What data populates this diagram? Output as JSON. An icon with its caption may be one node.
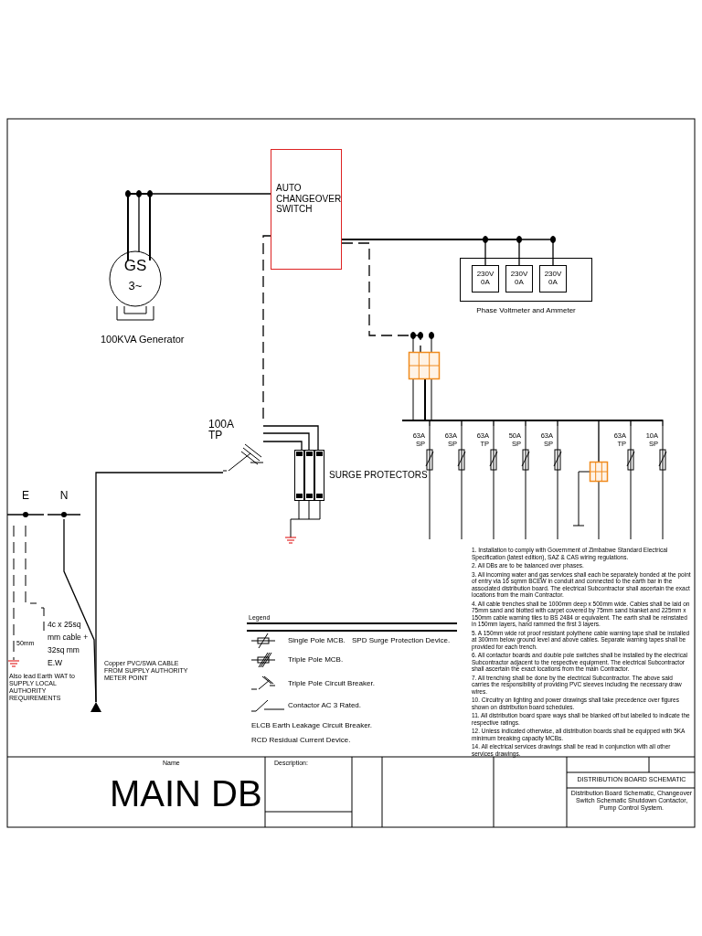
{
  "diagram": {
    "nodes": [
      {
        "text": [
          "GS",
          "3~"
        ],
        "beside": [
          "100KVA Generator"
        ]
      },
      {
        "text": [
          "AUTO CHANGEOVER SWITCH"
        ]
      },
      {
        "text": [
          "Phase Voltmeter and Ammeter"
        ]
      },
      {
        "text": [
          "230V 0A"
        ],
        "in": 2
      },
      {
        "text": [
          "230V 0A"
        ],
        "in": 2
      },
      {
        "text": [
          "230V 0A"
        ],
        "in": 2
      },
      {
        "text": [],
        "shape": "box"
      },
      {
        "text": [
          "100A TP"
        ]
      },
      {
        "text": [
          "SURGE PROTECTORS"
        ]
      },
      {
        "text": [],
        "shape": "triangle"
      },
      {
        "text": [
          "E"
        ]
      },
      {
        "text": [
          "N"
        ]
      },
      {
        "text": [
          "63A SP"
        ]
      },
      {
        "text": [
          "63A SP"
        ]
      },
      {
        "text": [
          "63A TP"
        ]
      },
      {
        "text": [
          "50A SP"
        ]
      },
      {
        "text": [
          "63A SP"
        ]
      },
      {
        "text": [],
        "shape": "box"
      },
      {
        "text": [
          "63A TP"
        ]
      },
      {
        "text": [
          "10A SP"
        ]
      }
    ],
    "edges": [
      {
        "from": 0,
        "to": 1,
        "arrow": "none"
      },
      {
        "from": 1,
        "to": 3,
        "arrow": "none"
      },
      {
        "from": 1,
        "to": 4,
        "arrow": "none"
      },
      {
        "from": 1,
        "to": 5,
        "arrow": "none"
      },
      {
        "from": 1,
        "to": 6,
        "arrow": "none",
        "style": "dashed"
      },
      {
        "from": 7,
        "to": 1,
        "arrow": "none",
        "style": "dashed"
      },
      {
        "from": 9,
        "to": 7,
        "arrow": "none"
      },
      {
        "from": 7,
        "to": 8,
        "arrow": "none"
      },
      {
        "from": 11,
        "to": 9,
        "arrow": "none"
      },
      {
        "from": 6,
        "to": 12,
        "arrow": "none"
      },
      {
        "from": 6,
        "to": 13,
        "arrow": "none"
      },
      {
        "from": 6,
        "to": 14,
        "arrow": "none"
      },
      {
        "from": 6,
        "to": 15,
        "arrow": "none"
      },
      {
        "from": 6,
        "to": 16,
        "arrow": "none"
      },
      {
        "from": 6,
        "to": 17,
        "arrow": "none"
      },
      {
        "from": 6,
        "to": 18,
        "arrow": "none"
      },
      {
        "from": 6,
        "to": 19,
        "arrow": "none"
      }
    ],
    "labels": [
      "Also lead Earth WAT to SUPPLY LOCAL AUTHORITY REQUIREMENTS",
      "50mm",
      "4c x 25sq mm cable + 32sq mm E.W",
      "Copper PVC/SWA CABLE FROM SUPPLY AUTHORITY METER POINT",
      "Legend",
      "1. Installation to comply with Government of Zimbabwe Standard Electrical Specification (latest edition), SAZ & CAS wiring regulations.",
      "2. All DBs are to be balanced over phases.",
      "3. All incoming water and gas services shall each be separately bonded at the point of entry via 16 sqmm BCEW in conduit and connected to the earth bar in the associated distribution board. The electrical Subcontractor shall ascertain the exact locations from the main Contractor.",
      "4. All cable trenches shall be 1000mm deep x 500mm wide. Cables shall be laid on 75mm sand and blotted with carpet covered by 75mm sand blanket and 225mm x 150mm cable warning tiles to BS 2484 or equivalent. The earth shall be reinstated in 150mm layers, hand rammed the first 3 layers.",
      "5. A 150mm wide rot proof resistant polythene cable warning tape shall be installed at 300mm below ground level and above cables. Separate warning tapes shall be provided for each trench.",
      "6. All contactor boards and double pole switches shall be installed by the electrical Subcontractor adjacent to the respective equipment. The electrical Subcontractor shall ascertain the exact locations from the main Contractor.",
      "7. All trenching shall be done by the electrical Subcontractor. The above said carries the responsibility of providing PVC sleeves including the necessary draw wires.",
      "10. Circuitry on lighting and power drawings shall take precedence over figures shown on distribution board schedules.",
      "11. All distribution board spare ways shall be blanked off but labelled to indicate the respective ratings.",
      "12. Unless indicated otherwise, all distribution boards shall be equipped with 5KA minimum breaking capacity MCBs.",
      "14. All electrical services drawings shall be read in conjunction with all other services drawings.",
      "Name",
      "MAIN DB",
      "Description:",
      "DISTRIBUTION BOARD SCHEMATIC",
      "Distribution Board Schematic, Changeover Switch Schematic Shutdown Contactor, Pump Control System."
    ],
    "legend": [
      {
        "text": "Single Pole MCB."
      },
      {
        "text": "Triple Pole MCB."
      },
      {
        "text": "Triple Pole Circuit Breaker."
      },
      {
        "text": "Contactor AC 3 Rated."
      },
      {
        "text": "ELCB Earth Leakage Circuit Breaker."
      },
      {
        "text": "RCD Residual Current Device."
      },
      {
        "text": "SPD Surge Protection Device."
      }
    ]
  }
}
